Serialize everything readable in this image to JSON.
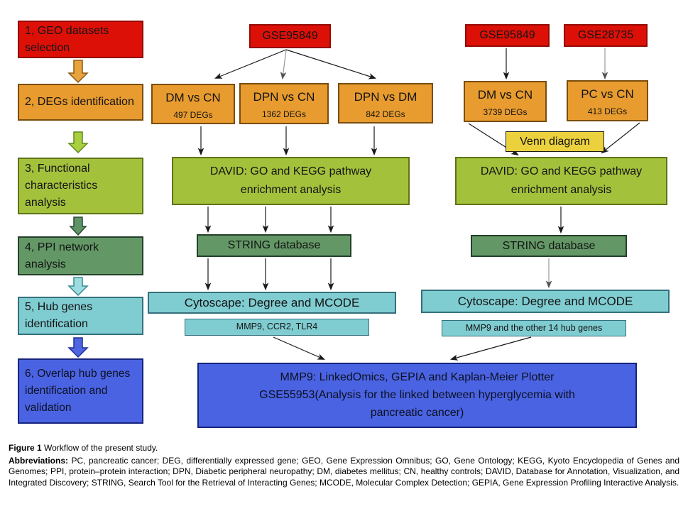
{
  "figure": {
    "left_steps": [
      {
        "label": "1、GEO datasets selection"
      },
      {
        "label": "2、DEGs identification"
      },
      {
        "label": "3、Functional characteristics analysis"
      },
      {
        "label": "4、PPI network analysis"
      },
      {
        "label": "5、Hub genes identification"
      },
      {
        "label": "6、Overlap hub genes identification and validation"
      }
    ],
    "middle": {
      "gse": "GSE95849",
      "deg_boxes": [
        {
          "title": "DM vs CN",
          "degs": "497 DEGs"
        },
        {
          "title": "DPN vs CN",
          "degs": "1362 DEGs"
        },
        {
          "title": "DPN vs DM",
          "degs": "842 DEGs"
        }
      ],
      "david_line1": "DAVID: GO and KEGG pathway",
      "david_line2": "enrichment analysis",
      "string_db": "STRING database",
      "cytoscape": "Cytoscape： Degree and MCODE",
      "hub_genes": "MMP9、CCR2、TLR4"
    },
    "right": {
      "gse_left": "GSE95849",
      "gse_right": "GSE28735",
      "deg_boxes": [
        {
          "title": "DM vs CN",
          "degs": "3739 DEGs"
        },
        {
          "title": "PC vs CN",
          "degs": "413 DEGs"
        }
      ],
      "venn": "Venn diagram",
      "david_line1": "DAVID: GO and KEGG pathway",
      "david_line2": "enrichment analysis",
      "string_db": "STRING database",
      "cytoscape": "Cytoscape： Degree and MCODE",
      "hub_genes": "MMP9 and the other 14 hub genes"
    },
    "bottom_box": {
      "line1": "MMP9： LinkedOmics, GEPIA and Kaplan-Meier Plotter",
      "line2": "GSE55953(Analysis for the linked between hyperglycemia with",
      "line3": "pancreatic cancer)"
    }
  },
  "caption": {
    "figure_label": "Figure 1",
    "figure_text": " Workflow of the present study.",
    "abbrev_label": "Abbreviations:",
    "abbrev_text": " PC, pancreatic cancer; DEG, differentially expressed gene; GEO, Gene Expression Omnibus; GO, Gene Ontology; KEGG, Kyoto Encyclopedia of Genes and Genomes; PPI, protein–protein interaction; DPN, Diabetic peripheral neuropathy; DM, diabetes mellitus; CN, healthy controls; DAVID, Database for Annotation, Visualization, and Integrated Discovery; STRING, Search Tool for the Retrieval of Interacting Genes; MCODE, Molecular Complex Detection; GEPIA, Gene Expression Profiling Interactive Analysis."
  },
  "colors": {
    "red": "#dd1008",
    "orange": "#e89b2e",
    "yellow_green": "#a4c13c",
    "dark_green": "#639866",
    "teal": "#7fccd1",
    "blue": "#4a63e2",
    "venn_yellow": "#ecd13e"
  }
}
